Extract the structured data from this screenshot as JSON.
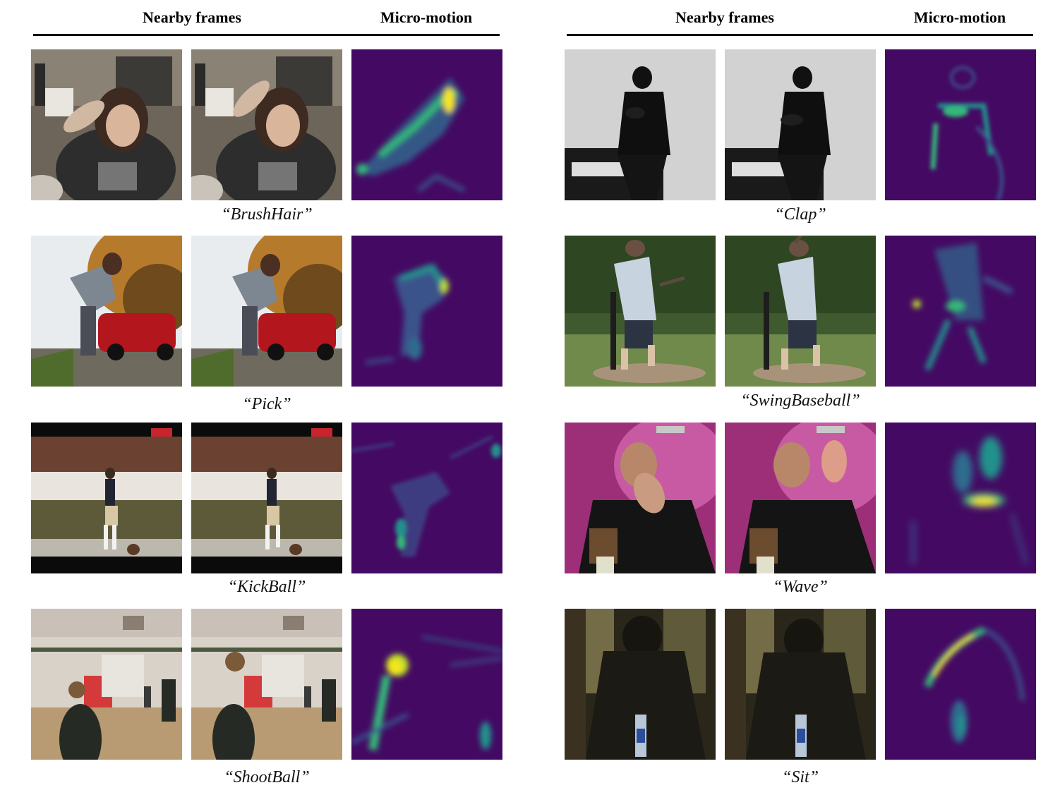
{
  "header": {
    "left": {
      "nearby": "Nearby frames",
      "micro": "Micro-motion"
    },
    "right": {
      "nearby": "Nearby frames",
      "micro": "Micro-motion"
    }
  },
  "panels": {
    "left": [
      {
        "caption": "“BrushHair”",
        "scene": "indoor",
        "motion": "brush"
      },
      {
        "caption": "“Pick”",
        "scene": "park",
        "motion": "pick"
      },
      {
        "caption": "“KickBall”",
        "scene": "stadium",
        "motion": "kick"
      },
      {
        "caption": "“ShootBall”",
        "scene": "gym",
        "motion": "shoot"
      }
    ],
    "right": [
      {
        "caption": "“Clap”",
        "scene": "studio-gray",
        "motion": "clap"
      },
      {
        "caption": "“SwingBaseball”",
        "scene": "yard",
        "motion": "swing"
      },
      {
        "caption": "“Wave”",
        "scene": "pink-studio",
        "motion": "wave"
      },
      {
        "caption": "“Sit”",
        "scene": "dark-room",
        "motion": "sit"
      }
    ]
  },
  "colors": {
    "heatmap_bg": "#440a63",
    "heatmap_mid": "#2f8f8c",
    "heatmap_high": "#f5e61f"
  }
}
